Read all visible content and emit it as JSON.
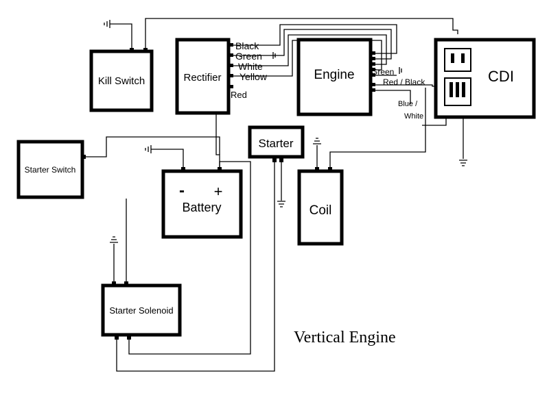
{
  "components": {
    "kill_switch": "Kill Switch",
    "rectifier": "Rectifier",
    "engine": "Engine",
    "cdi": "CDI",
    "starter": "Starter",
    "starter_switch": "Starter Switch",
    "battery": "Battery",
    "battery_minus": "-",
    "battery_plus": "+",
    "coil": "Coil",
    "starter_solenoid": "Starter Solenoid"
  },
  "wire_labels": {
    "black": "Black",
    "green_rect": "Green",
    "white": "White",
    "yellow": "Yellow",
    "red": "Red",
    "green_engine": "Green",
    "red_black": "Red / Black",
    "blue": "Blue /",
    "white_blue": "White"
  },
  "caption": "Vertical Engine",
  "colors": {
    "line": "#000000",
    "background": "#ffffff"
  }
}
